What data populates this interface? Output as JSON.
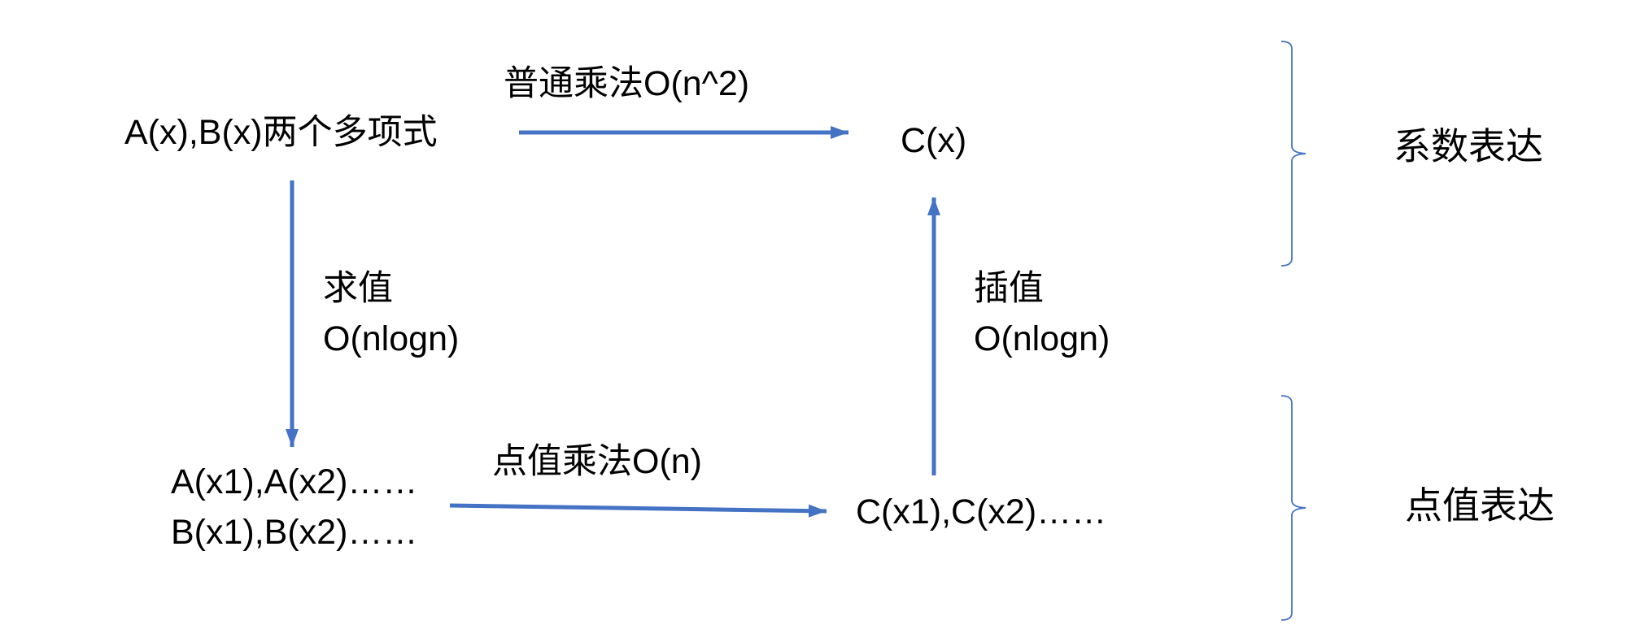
{
  "colors": {
    "accent": "#4472C4",
    "text": "#000000",
    "background": "#FFFFFF"
  },
  "nodes": {
    "poly_input": "A(x),B(x)两个多项式",
    "poly_result": "C(x)",
    "point_values_line1": "A(x1),A(x2)……",
    "point_values_line2": "B(x1),B(x2)……",
    "point_result": "C(x1),C(x2)……"
  },
  "edges": {
    "ordinary_mult": "普通乘法O(n^2)",
    "evaluation_line1": "求值",
    "evaluation_line2": "O(nlogn)",
    "point_mult": "点值乘法O(n)",
    "interpolation_line1": "插值",
    "interpolation_line2": "O(nlogn)"
  },
  "groups": {
    "coefficient_repr": "系数表达",
    "point_value_repr": "点值表达"
  }
}
